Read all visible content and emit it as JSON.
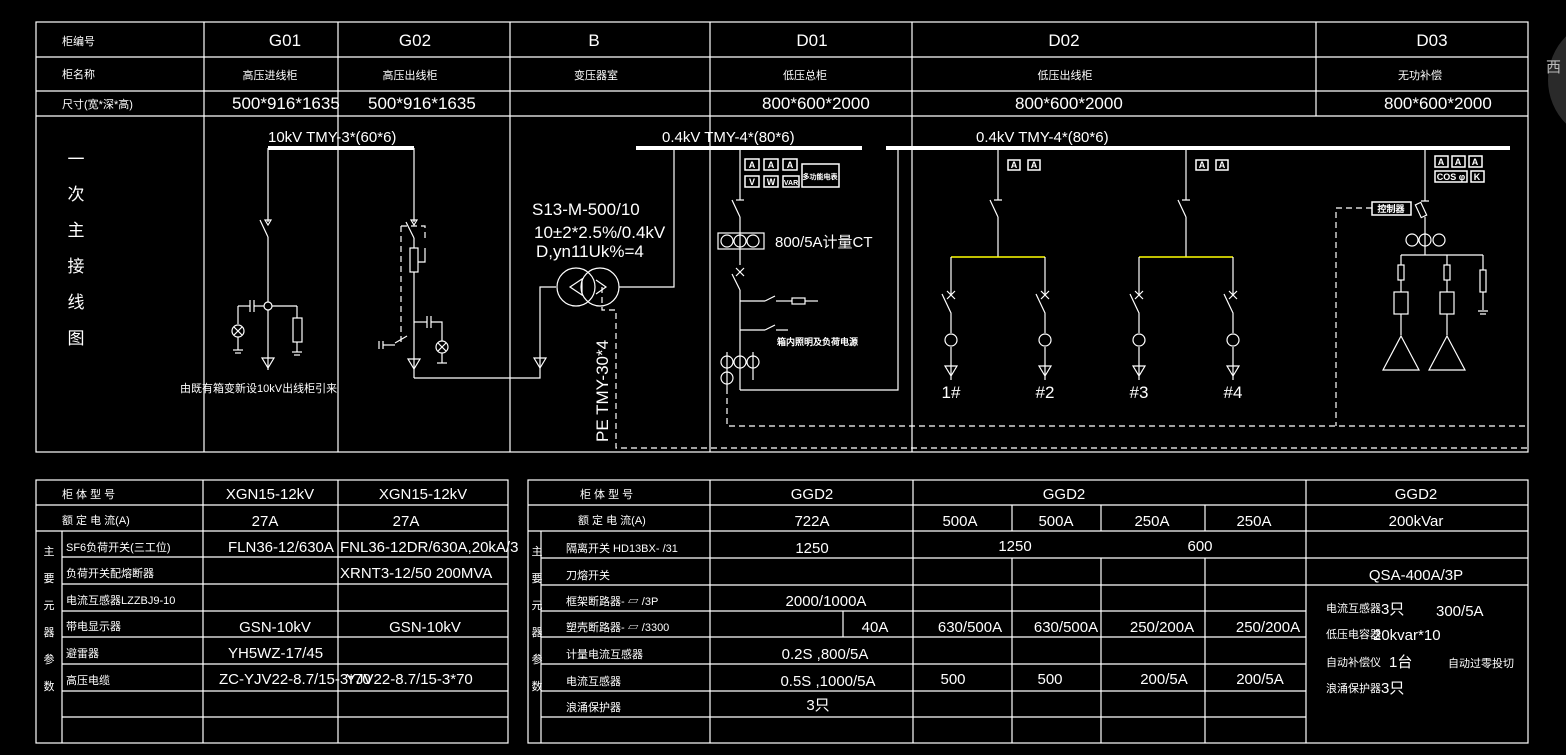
{
  "header": {
    "row_labels": [
      "柜编号",
      "柜名称",
      "尺寸(宽*深*高)"
    ],
    "cabinets": [
      {
        "id": "G01",
        "name": "高压进线柜",
        "size": "500*916*1635"
      },
      {
        "id": "G02",
        "name": "高压出线柜",
        "size": "500*916*1635"
      },
      {
        "id": "B",
        "name": "变压器室",
        "size": ""
      },
      {
        "id": "D01",
        "name": "低压总柜",
        "size": "800*600*2000"
      },
      {
        "id": "D02",
        "name": "低压出线柜",
        "size": "800*600*2000"
      },
      {
        "id": "D03",
        "name": "无功补偿",
        "size": "800*600*2000"
      }
    ]
  },
  "diagram": {
    "title_chars": [
      "一",
      "次",
      "主",
      "接",
      "线",
      "图"
    ],
    "hv_bus": "10kV   TMY-3*(60*6)",
    "lv_bus_1": "0.4kV TMY-4*(80*6)",
    "lv_bus_2": "0.4kV TMY-4*(80*6)",
    "incoming_note": "由既有箱变新设10kV出线柜引来",
    "transformer": [
      "S13-M-500/10",
      "10±2*2.5%/0.4kV",
      "D,yn11Uk%=4"
    ],
    "pe_bar": "PE TMY-30*4",
    "metering_ct": "800/5A计量CT",
    "aux_power": "箱内照明及负荷电源",
    "meter_box": "多功能电表",
    "meters_d01": [
      "A",
      "A",
      "A",
      "V",
      "W",
      "VAR"
    ],
    "meters_d02": [
      "A",
      "A"
    ],
    "meters_d03": [
      "A",
      "A",
      "A",
      "COS φ",
      "K"
    ],
    "controller": "控制器",
    "outputs": [
      "1#",
      "#2",
      "#3",
      "#4"
    ]
  },
  "hv_table": {
    "model_label": "柜 体 型 号",
    "current_label": "额 定 电 流(A)",
    "side_chars": [
      "主",
      "要",
      "元",
      "器",
      "参",
      "数"
    ],
    "models": [
      "XGN15-12kV",
      "XGN15-12kV"
    ],
    "currents": [
      "27A",
      "27A"
    ],
    "rows": [
      {
        "label": "SF6负荷开关(三工位)",
        "values": [
          "FLN36-12/630A",
          "FNL36-12DR/630A,20kA/3"
        ]
      },
      {
        "label": "负荷开关配熔断器",
        "values": [
          "",
          "XRNT3-12/50 200MVA"
        ]
      },
      {
        "label": "电流互感器LZZBJ9-10",
        "values": [
          "",
          ""
        ]
      },
      {
        "label": "带电显示器",
        "values": [
          "GSN-10kV",
          "GSN-10kV"
        ]
      },
      {
        "label": "避雷器",
        "values": [
          "YH5WZ-17/45",
          ""
        ]
      },
      {
        "label": "高压电缆",
        "values": [
          "ZC-YJV22-8.7/15-3*70",
          "YJV22-8.7/15-3*70"
        ]
      }
    ]
  },
  "lv_table": {
    "model_label": "柜 体 型 号",
    "current_label": "额 定 电 流(A)",
    "side_chars": [
      "主",
      "要",
      "元",
      "器",
      "参",
      "数"
    ],
    "models": [
      "GGD2",
      "GGD2",
      "GGD2"
    ],
    "currents": [
      "722A",
      "500A",
      "500A",
      "250A",
      "250A",
      "200kVar"
    ],
    "isolator": {
      "label": "隔离开关 HD13BX-    /31",
      "values": [
        "1250",
        "1250",
        "600"
      ]
    },
    "fuse_switch": {
      "label": "刀熔开关",
      "value": "QSA-400A/3P"
    },
    "acb": {
      "label": "框架断路器-  ▱  /3P",
      "value": "2000/1000A"
    },
    "mccb": {
      "label": "塑壳断路器-  ▱  /3300",
      "values": [
        "40A",
        "630/500A",
        "630/500A",
        "250/200A",
        "250/200A"
      ]
    },
    "metering_ct": {
      "label": "计量电流互感器",
      "value": "0.2S ,800/5A"
    },
    "ct": {
      "label": "电流互感器",
      "values": [
        "0.5S ,1000/5A",
        "500",
        "500",
        "200/5A",
        "200/5A"
      ]
    },
    "spd": {
      "label": "浪涌保护器",
      "value": "3只"
    },
    "comp_notes": [
      [
        "电流互感器",
        "3只",
        "300/5A"
      ],
      [
        "低压电容器",
        "20kvar*10",
        ""
      ],
      [
        "自动补偿仪",
        "1台",
        "自动过零投切"
      ],
      [
        "浪涌保护器",
        "3只",
        ""
      ]
    ]
  },
  "side_tab": "西"
}
